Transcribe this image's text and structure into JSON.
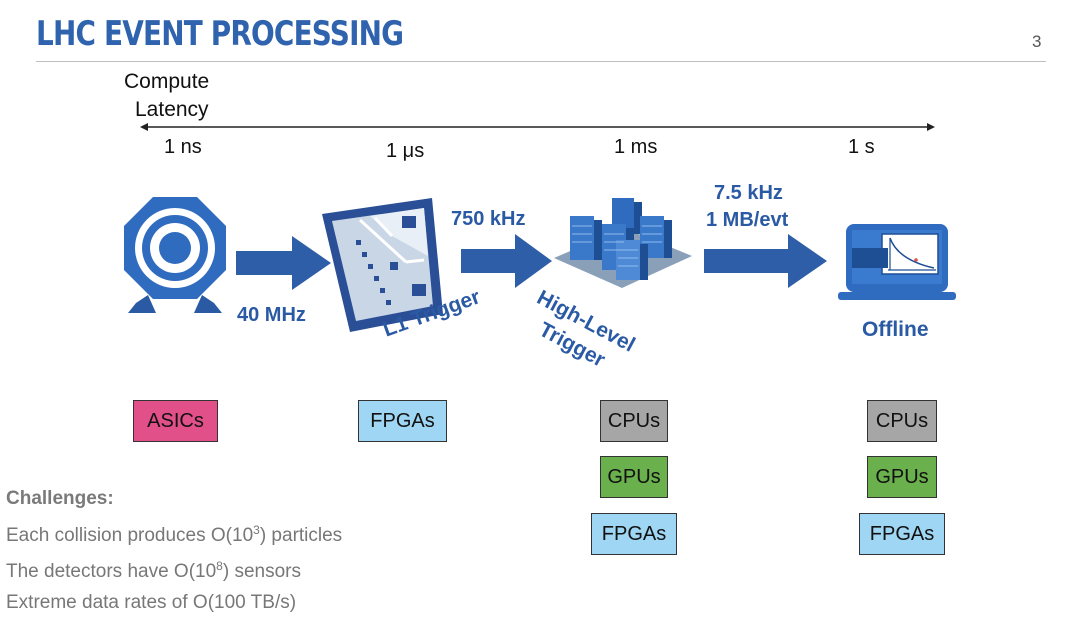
{
  "title": "LHC EVENT PROCESSING",
  "page_number": "3",
  "latency_axis": {
    "label_line1": "Compute",
    "label_line2": "Latency",
    "ticks": [
      "1 ns",
      "1 μs",
      "1 ms",
      "1 s"
    ]
  },
  "flow": {
    "rate1": "40 MHz",
    "rate2": "750 kHz",
    "rate3_line1": "7.5 kHz",
    "rate3_line2": "1 MB/evt"
  },
  "stages": {
    "l1": "L1 Trigger",
    "hlt_line1": "High-Level",
    "hlt_line2": "Trigger",
    "offline": "Offline"
  },
  "hardware": {
    "detector": [
      "ASICs"
    ],
    "l1": [
      "FPGAs"
    ],
    "hlt": [
      "CPUs",
      "GPUs",
      "FPGAs"
    ],
    "offline": [
      "CPUs",
      "GPUs",
      "FPGAs"
    ]
  },
  "challenges": {
    "heading": "Challenges:",
    "line1_pre": "Each collision produces O(10",
    "line1_sup": "3",
    "line1_post": ") particles",
    "line2_pre": "The detectors have O(10",
    "line2_sup": "8",
    "line2_post": ") sensors",
    "line3": "Extreme data rates of O(100 TB/s)"
  },
  "colors": {
    "accent_blue": "#2b5aa4",
    "asic": "#e2508a",
    "fpga": "#9fd6f3",
    "cpu": "#a6a6a6",
    "gpu": "#6ab04c"
  }
}
